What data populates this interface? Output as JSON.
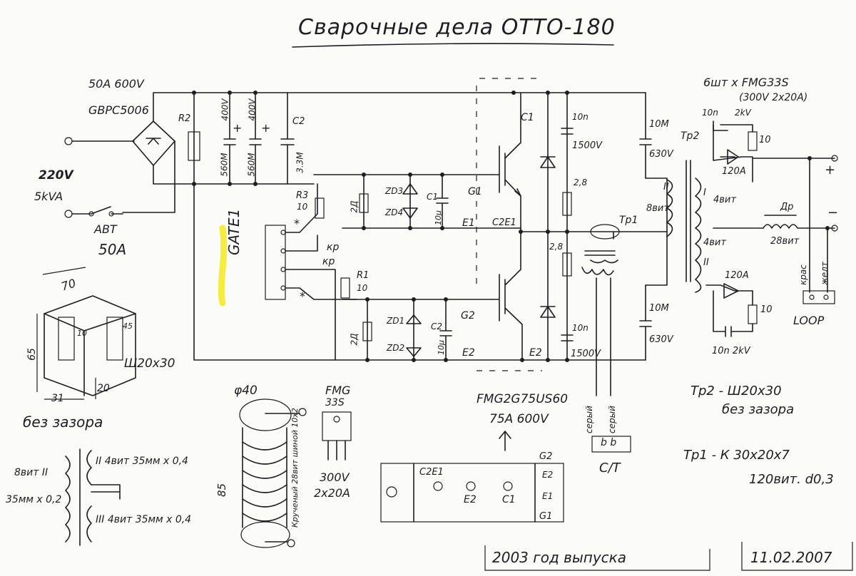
{
  "title": "Сварочные дела OTTO-180",
  "footer": {
    "year_note": "2003 год выпуска",
    "date": "11.02.2007"
  },
  "input": {
    "bridge_rating": "50A 600V",
    "bridge_part": "GBPC5006",
    "voltage": "220V",
    "power": "5kVA",
    "breaker": "АВТ",
    "breaker_current": "50A"
  },
  "caps": {
    "r2": "R2",
    "c_400v_1": "400V",
    "c_400v_2": "400V",
    "c_560_1": "560M",
    "c_560_2": "560M",
    "c2": "C2",
    "c2_val": "3.3M",
    "plus": "+"
  },
  "gate": {
    "connector_label": "GATE1",
    "kr1": "кр",
    "kr2": "кр",
    "r3": "R3",
    "r3_val": "10",
    "r1": "R1",
    "r1_val": "10",
    "star": "*",
    "star2": "*"
  },
  "driver_upper": {
    "r2d": "2Д",
    "zd3": "ZD3",
    "zd4": "ZD4",
    "c1": "C1",
    "c1_val": "10μ",
    "g1": "G1",
    "e1": "E1"
  },
  "driver_lower": {
    "r2d": "2Д",
    "zd1": "ZD1",
    "zd2": "ZD2",
    "c2": "C2",
    "c2_val": "10μ",
    "g2": "G2",
    "e2": "E2"
  },
  "power_stage": {
    "c1": "C1",
    "c2e1": "C2E1",
    "e2": "E2",
    "snubber_c_top": "10n",
    "snubber_v_top": "1500V",
    "r_top": "2,8",
    "r_bot": "2,8",
    "snubber_c_bot": "10n",
    "snubber_v_bot": "1500V",
    "c_out_top": "10M",
    "c_out_top_v": "630V",
    "c_out_bot": "10M",
    "c_out_bot_v": "630V",
    "winding_ii": "II",
    "winding_turns": "8вит",
    "tr1": "Тр1",
    "igbt_part": "FMG2G75US60",
    "igbt_rating": "75A 600V"
  },
  "ct": {
    "left_wire": "серый",
    "right_wire": "серый",
    "terminals": "b b",
    "label": "C/T"
  },
  "output": {
    "diodes_heading": "6шт x FMG33S",
    "diodes_rating": "(300V 2x20A)",
    "tr2": "Тр2",
    "c_top": "10n",
    "c_top_v": "2kV",
    "r_top": "10",
    "diode_top": "120A",
    "winding_i": "I",
    "turns_i": "4вит",
    "winding_ii": "II",
    "turns_ii": "4вит",
    "choke": "Др",
    "choke_turns": "28вит",
    "diode_bot": "120A",
    "r_bot": "10",
    "c_bot": "10n 2kV",
    "plus_out": "+",
    "minus_out": "−",
    "loop_left": "крас",
    "loop_right": "желт",
    "loop": "LOOP"
  },
  "core_sketch": {
    "dim_70": "70",
    "dim_65": "65",
    "dim_10": "10",
    "dim_45": "45",
    "dim_31": "31",
    "dim_20": "20",
    "core": "Ш20x30",
    "no_gap": "без зазора"
  },
  "winding_sketch": {
    "turns_ii": "8вит II",
    "wire_ii": "35мм x 0,2",
    "wind_ii_top": "II 4вит 35мм x 0,4",
    "wind_iii": "III 4вит 35мм x 0,4"
  },
  "choke_sketch": {
    "diameter": "φ40",
    "length": "85",
    "note": "Крученый 28вит шиной 10x2"
  },
  "fmg_pkg": {
    "part": "FMG",
    "part2": "33S",
    "voltage": "300V",
    "current": "2x20A"
  },
  "module_pkg": {
    "g2": "G2",
    "c2e1": "C2E1",
    "e2_left": "E2",
    "c1": "C1",
    "e2_right": "E2",
    "e1": "E1",
    "g1": "G1"
  },
  "specs": {
    "tr2_spec": "Тр2 - Ш20x30",
    "tr2_gap": "без зазора",
    "tr1_spec": "Тр1 - К 30x20x7",
    "tr1_turns": "120вит. d0,3"
  },
  "highlight_color": "#f4ea2a",
  "ink_color": "#1d1d24"
}
